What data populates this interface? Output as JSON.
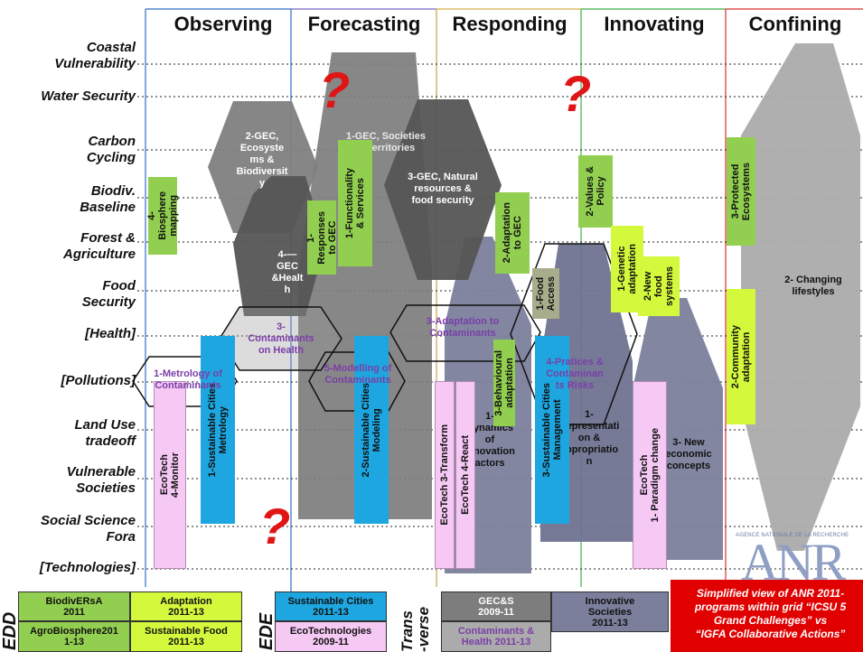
{
  "columns": [
    "Observing",
    "Forecasting",
    "Responding",
    "Innovating",
    "Confining"
  ],
  "rows": [
    "Coastal\nVulnerability",
    "Water Security",
    "Carbon\nCycling",
    "Biodiv.\nBaseline",
    "Forest &\nAgriculture",
    "Food\nSecurity",
    "[Health]",
    "[Pollutions]",
    "Land Use\ntradeoff",
    "Vulnerable\nSocieties",
    "Social Science\nFora",
    "[Technologies]"
  ],
  "question_mark": "?",
  "shapes": {
    "gec_ecosystems": "2-GEC,\nEcosyste\nms &\nBiodiversit\ny",
    "gec_societies": "1-GEC, Societies\n& Territories",
    "gec_natural": "3-GEC, Natural\nresources &\nfood security",
    "gec_health": "4-—\nGEC\n&Healt\nh",
    "dynamics": "1-\nDynamics\nof\ninnovation\nactors",
    "representation": "1-\nRepresentati\non &\nappropriatio\nn",
    "new_concepts": "3- New\neconomic\nconcepts",
    "changing_lifestyles": "2- Changing\nlifestyles"
  },
  "boxes": {
    "biosphere_mapping": "4-\nBiosphere\nmapping",
    "responses_gec": "1-\nResponses\nto GEC",
    "functionality_services": "1-Functionality\n& Services",
    "adaptation_gec": "2-Adaptation\nto GEC",
    "food_access": "1-Food\nAccess",
    "values_policy": "2-Values &\nPolicy",
    "genetic_adaptation": "1-Genetic\nadaptation",
    "new_food_systems": "2-New\nfood\nsystems",
    "protected_ecosystems": "3-Protected\nEcosystems",
    "community_adaptation": "2-Community\nadaptation",
    "behavioural_adaptation": "3-Behavioural\nadaptation",
    "ecotech_monitor": "EcoTech\n4-Monitor",
    "sc_metrology": "1-Sustainable Cities\nMetrology",
    "sc_modeling": "2-Sustainable Cities\nModeling",
    "ecotech_transform": "EcoTech 3-Transform",
    "ecotech_react": "EcoTech 4-React",
    "sc_management": "3-Sustainable Cities\nManagement",
    "ecotech_paradigm": "EcoTech\n1- Paradigm change"
  },
  "hexagons": {
    "contaminants_health": "3-\nContaminants\non Health",
    "metrology_contaminants": "1-Metrology of\nContaminants",
    "modelling_contaminants": "5-Modelling of\nContaminants",
    "adaptation_contaminants": "3-Adaptation to\nContaminants",
    "practices_risks": "4-Pratices &\nContaminan\nts Risks"
  },
  "legend": {
    "edd": "EDD",
    "ede": "EDE",
    "trans": "Trans\n-verse",
    "biodiversa": "BiodivERsA\n2011",
    "adaptation": "Adaptation\n2011-13",
    "agrobiosphere": "AgroBiosphere201\n1-13",
    "sustainable_food": "Sustainable Food\n2011-13",
    "sustainable_cities": "Sustainable Cities\n2011-13",
    "ecotechnologies": "EcoTechnologies\n2009-11",
    "gecs": "GEC&S\n2009-11",
    "contaminants_health": "Contaminants &\nHealth 2011-13",
    "innovative_societies": "Innovative\nSocieties\n2011-13"
  },
  "caption": "Simplified view of ANR 2011-\nprograms within grid “ICSU 5\nGrand Challenges” vs\n“IGFA Collaborative Actions”",
  "logo": {
    "small": "AGENCE NATIONALE DE LA RECHERCHE",
    "letters": "ANR"
  },
  "colors": {
    "grey_dark": "#4a4a4a",
    "grey_mid": "#7d7d7d",
    "grey_light": "#a9a9a9",
    "blue_grey": "#7b7f9c",
    "green_box": "#92cf50",
    "lime_box": "#d4f83c",
    "cyan_box": "#1ea6e0",
    "pink_box": "#f6c8f4",
    "purple_text": "#7a3ea8",
    "red": "#e00000"
  }
}
